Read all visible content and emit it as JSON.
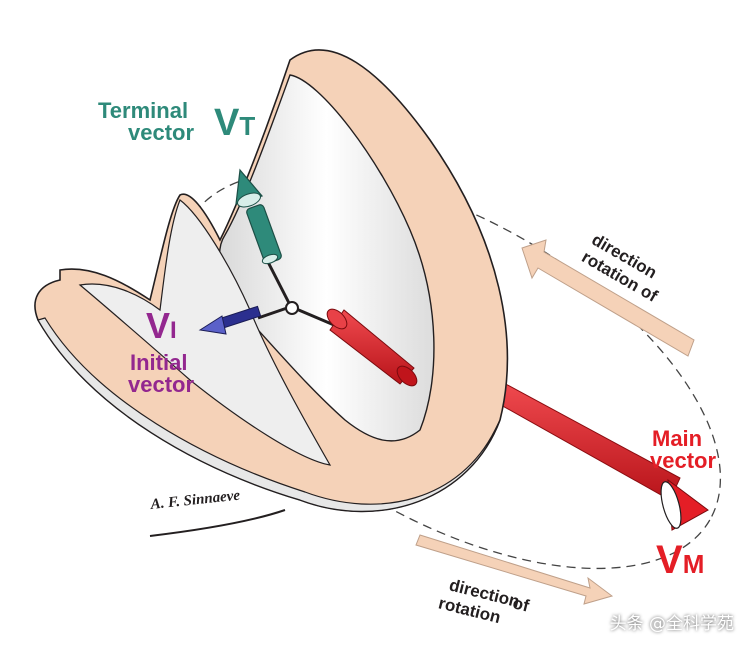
{
  "labels": {
    "terminal_line1": "Terminal",
    "terminal_line2": "vector",
    "terminal_symbol": "V",
    "terminal_sub": "T",
    "initial_symbol": "V",
    "initial_sub": "I",
    "initial_line1": "Initial",
    "initial_line2": "vector",
    "main_line1": "Main",
    "main_line2": "vector",
    "main_symbol": "V",
    "main_sub": "M",
    "rotation_upper_line1": "direction",
    "rotation_upper_line2": "rotation of",
    "rotation_lower_line1": "direction",
    "rotation_lower_line2": "rotation",
    "rotation_lower_of": "of",
    "signature": "A. F. Sinnaeve",
    "watermark": "头条 @全科学苑"
  },
  "colors": {
    "teal": "#2e8a7a",
    "purple": "#93278f",
    "red": "#e41e26",
    "peach": "#f5d2b8",
    "inner_surface": "#eeeeee",
    "blue_vector": "#2b2f8f"
  }
}
